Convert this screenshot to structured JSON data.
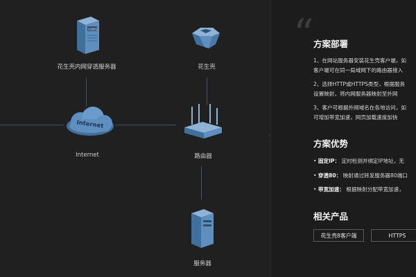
{
  "diagram": {
    "nodes": {
      "proxy_server": {
        "label": "花生壳内网穿透服务器",
        "icon": "server-tower-icon",
        "badge": "DDNS"
      },
      "peanut_shell": {
        "label": "花生壳",
        "icon": "peanut-shell-icon"
      },
      "internet": {
        "label": "Internet",
        "icon": "cloud-icon",
        "cloud_text": "Internet"
      },
      "router": {
        "label": "路由器",
        "icon": "router-icon"
      },
      "server": {
        "label": "服务器",
        "icon": "server-icon"
      }
    },
    "line_color": "#3e5566",
    "icon_color": "#5f8fbf"
  },
  "panel": {
    "quote_glyph": "“",
    "deployment": {
      "title": "方案部署",
      "step1_line1": "1、在网站服务器安装花生壳客户端，如",
      "step1_line2": "客户端可在同一局域网下的路由器接入",
      "step2_line1": "2、选择HTTP或HTTPS类型，根据服务",
      "step2_line2": "设置映射，将内网服务器映射至外网",
      "step3_line1": "3、客户可根据外网域名在各地访问，如",
      "step3_line2": "可增加带宽加速，网页加载速度加快"
    },
    "advantages": {
      "title": "方案优势",
      "items": [
        {
          "bold": "固定IP：",
          "text": "定时检测并绑定IP地址，无"
        },
        {
          "bold": "穿透80：",
          "text": "映射通过转发服务器80端口"
        },
        {
          "bold": "带宽加速：",
          "text": "根据映射分配带宽加速，"
        }
      ]
    },
    "products": {
      "title": "相关产品",
      "buttons": [
        "花生壳8客户端",
        "HTTPS"
      ]
    }
  },
  "colors": {
    "background": "#1f1f1f",
    "accent_blue": "#5f8fbf"
  }
}
